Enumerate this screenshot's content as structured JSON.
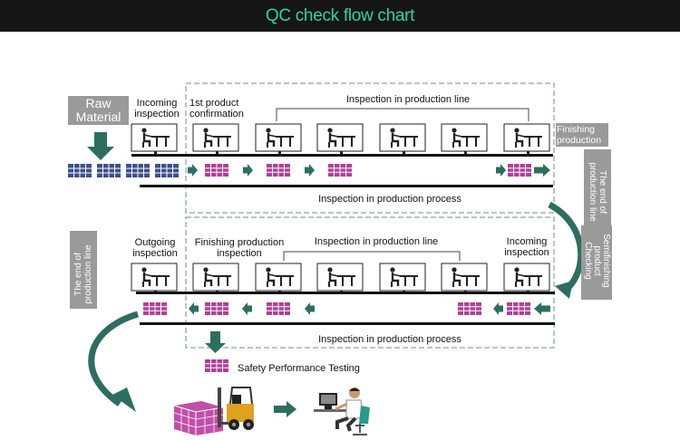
{
  "title": "QC check flow chart",
  "colors": {
    "header_bg": "#151515",
    "title": "#2fd3a4",
    "arrow": "#2d6e60",
    "blue_pallet": "#3d4f8a",
    "pink_pallet": "#b04098",
    "label_box": "#9a9a9a",
    "dashed_border": "#6f8f86"
  },
  "top": {
    "raw_material": "Raw\nMaterial",
    "incoming_inspection": "Incoming\ninspection",
    "first_product_confirmation": "1st product\nconfirmation",
    "inspection_in_line": "Inspection in production line",
    "finishing_production": "Finishing\nproduction",
    "end_of_line": "The end of\nproduction line",
    "process": "Inspection in production process"
  },
  "bottom": {
    "semifinishing_checking": "Semifinishing\nproduct\nChecking",
    "end_of_line": "The end of\nproduction line",
    "outgoing_inspection": "Outgoing\ninspection",
    "finishing_inspection": "Finishing production\ninspection",
    "inspection_in_line": "Inspection in production line",
    "incoming_inspection": "Incoming\ninspection",
    "process": "Inspection in production process",
    "safety_testing": "Safety Performance Testing"
  },
  "icons": {
    "worker": "worker-at-desk-icon",
    "pallet": "pallet-icon",
    "forklift": "forklift-icon",
    "person_computer": "person-at-computer-icon"
  }
}
